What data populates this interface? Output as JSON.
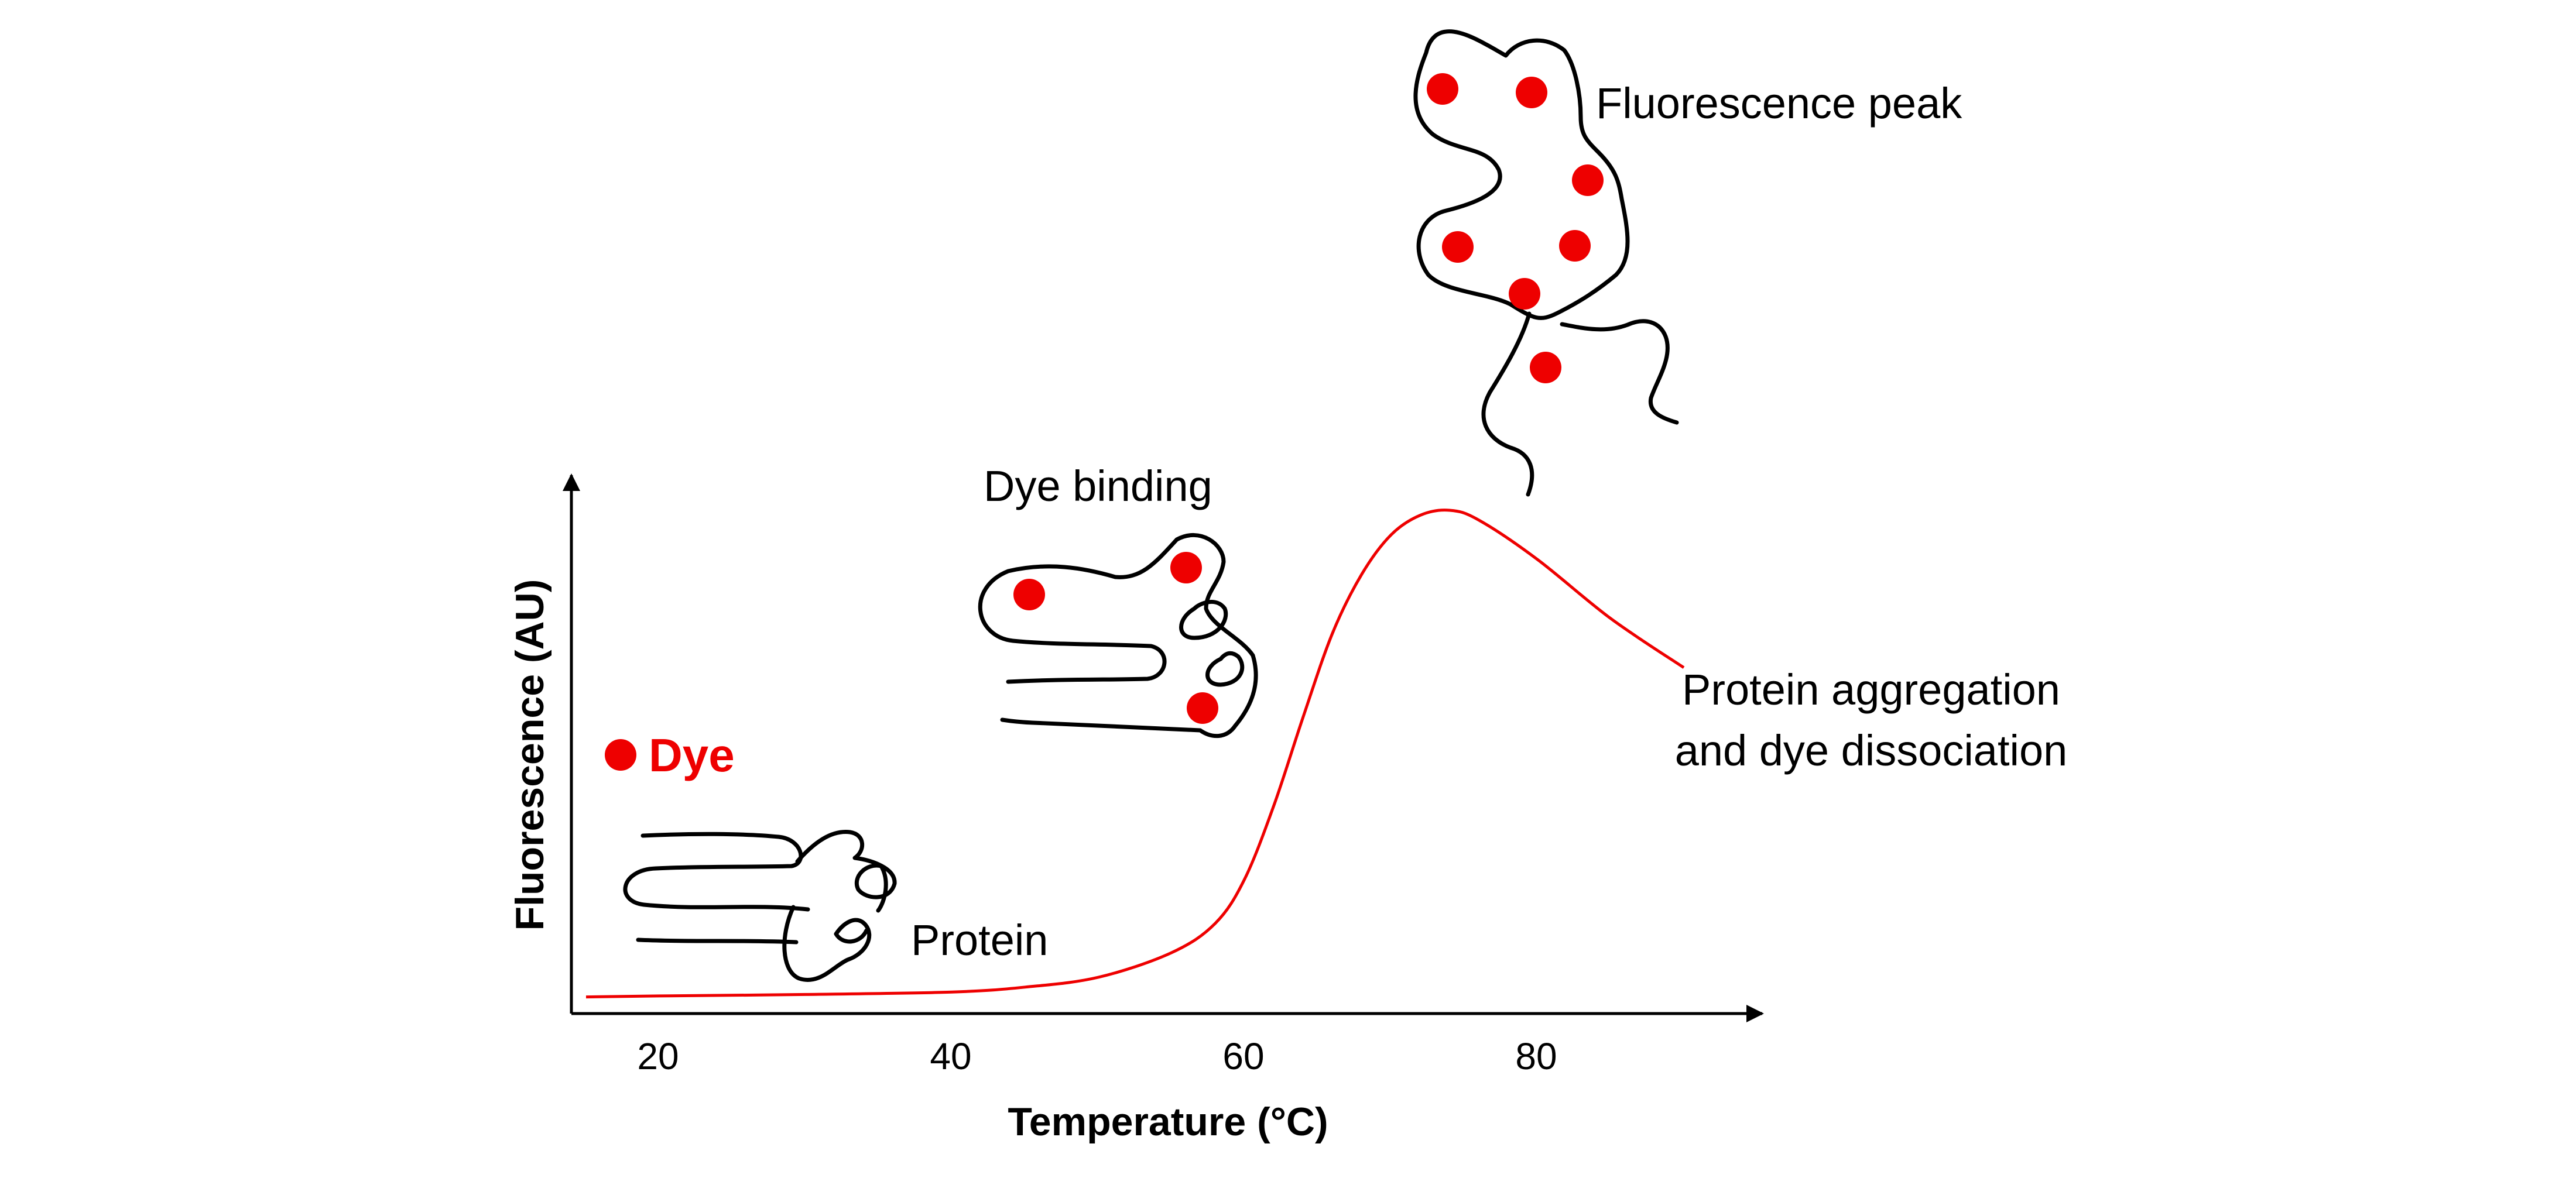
{
  "colors": {
    "dye": "#ee0000",
    "curve": "#ee0000",
    "axis": "#000000",
    "protein": "#000000"
  },
  "x_axis": {
    "title": "Temperature (°C)",
    "ticks": [
      "20",
      "40",
      "60",
      "80"
    ]
  },
  "y_axis": {
    "title": "Fluorescence (AU)"
  },
  "labels": {
    "dye": "Dye",
    "protein": "Protein",
    "dye_binding": "Dye binding",
    "fluorescence_peak": "Fluorescence peak",
    "aggregation_line1": "Protein aggregation",
    "aggregation_line2": "and dye dissociation"
  },
  "chart_data": {
    "type": "line",
    "title": "",
    "xlabel": "Temperature (°C)",
    "ylabel": "Fluorescence (AU)",
    "xlim": [
      14,
      94
    ],
    "ylim": [
      0,
      100
    ],
    "x_ticks": [
      20,
      40,
      60,
      80
    ],
    "series": [
      {
        "x": [
          15,
          20,
          30,
          40,
          45,
          50,
          55,
          58,
          60,
          62,
          64,
          66,
          68,
          70,
          72,
          74,
          76,
          80,
          85,
          90
        ],
        "values": [
          1,
          1.2,
          1.5,
          2,
          3,
          5,
          10,
          16,
          25,
          40,
          58,
          75,
          87,
          95,
          99,
          100,
          98,
          90,
          78,
          68
        ]
      }
    ],
    "legend": "none",
    "grid": false
  }
}
